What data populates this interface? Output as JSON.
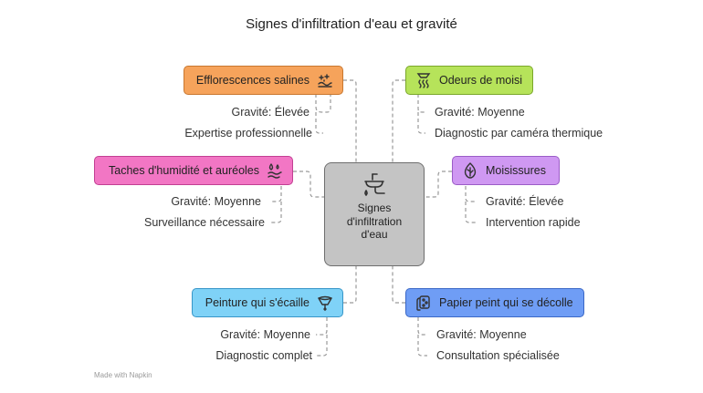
{
  "title": "Signes d'infiltration d'eau et gravité",
  "center": {
    "lines": [
      "Signes",
      "d'infiltration",
      "d'eau"
    ],
    "icon": "sink-leak-icon"
  },
  "nodes": [
    {
      "label": "Efflorescences salines",
      "color": "#f6a35b",
      "border": "#c9772f",
      "icon": "salt-icon",
      "details": [
        "Gravité: Élevée",
        "Expertise professionnelle"
      ]
    },
    {
      "label": "Odeurs de moisi",
      "color": "#b6e35a",
      "border": "#7aa72a",
      "icon": "steam-odor-icon",
      "details": [
        "Gravité: Moyenne",
        "Diagnostic par caméra thermique"
      ]
    },
    {
      "label": "Taches d'humidité et auréoles",
      "color": "#f276c4",
      "border": "#c23f93",
      "icon": "water-drops-icon",
      "details": [
        "Gravité: Moyenne",
        "Surveillance nécessaire"
      ]
    },
    {
      "label": "Moisissures",
      "color": "#cf98f2",
      "border": "#9b5cc7",
      "icon": "mold-leaf-icon",
      "details": [
        "Gravité: Élevée",
        "Intervention rapide"
      ]
    },
    {
      "label": "Peinture qui s'écaille",
      "color": "#7fd2f7",
      "border": "#3796c8",
      "icon": "peeling-paint-icon",
      "details": [
        "Gravité: Moyenne",
        "Diagnostic complet"
      ]
    },
    {
      "label": "Papier peint qui se décolle",
      "color": "#6f9df5",
      "border": "#3b68c6",
      "icon": "wallpaper-roll-icon",
      "details": [
        "Gravité: Moyenne",
        "Consultation spécialisée"
      ]
    }
  ],
  "footer": "Made with  Napkin"
}
